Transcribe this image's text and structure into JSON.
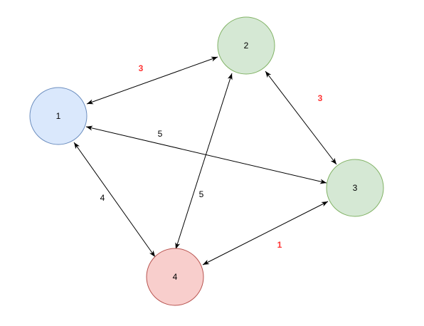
{
  "graph": {
    "nodes": [
      {
        "id": "1",
        "label": "1",
        "fill": "#dae8fc",
        "stroke": "#6c8ebf"
      },
      {
        "id": "2",
        "label": "2",
        "fill": "#d5e8d4",
        "stroke": "#82b366"
      },
      {
        "id": "3",
        "label": "3",
        "fill": "#d5e8d4",
        "stroke": "#82b366"
      },
      {
        "id": "4",
        "label": "4",
        "fill": "#f8cecc",
        "stroke": "#b85450"
      }
    ],
    "edges": [
      {
        "from": "1",
        "to": "2",
        "weight": "3",
        "highlight": true
      },
      {
        "from": "2",
        "to": "3",
        "weight": "3",
        "highlight": true
      },
      {
        "from": "1",
        "to": "3",
        "weight": "5",
        "highlight": false
      },
      {
        "from": "2",
        "to": "4",
        "weight": "5",
        "highlight": false
      },
      {
        "from": "1",
        "to": "4",
        "weight": "4",
        "highlight": false
      },
      {
        "from": "4",
        "to": "3",
        "weight": "1",
        "highlight": true
      }
    ],
    "colors": {
      "edge": "#000000",
      "label_normal": "#000000",
      "label_highlight": "#ff3333"
    }
  }
}
